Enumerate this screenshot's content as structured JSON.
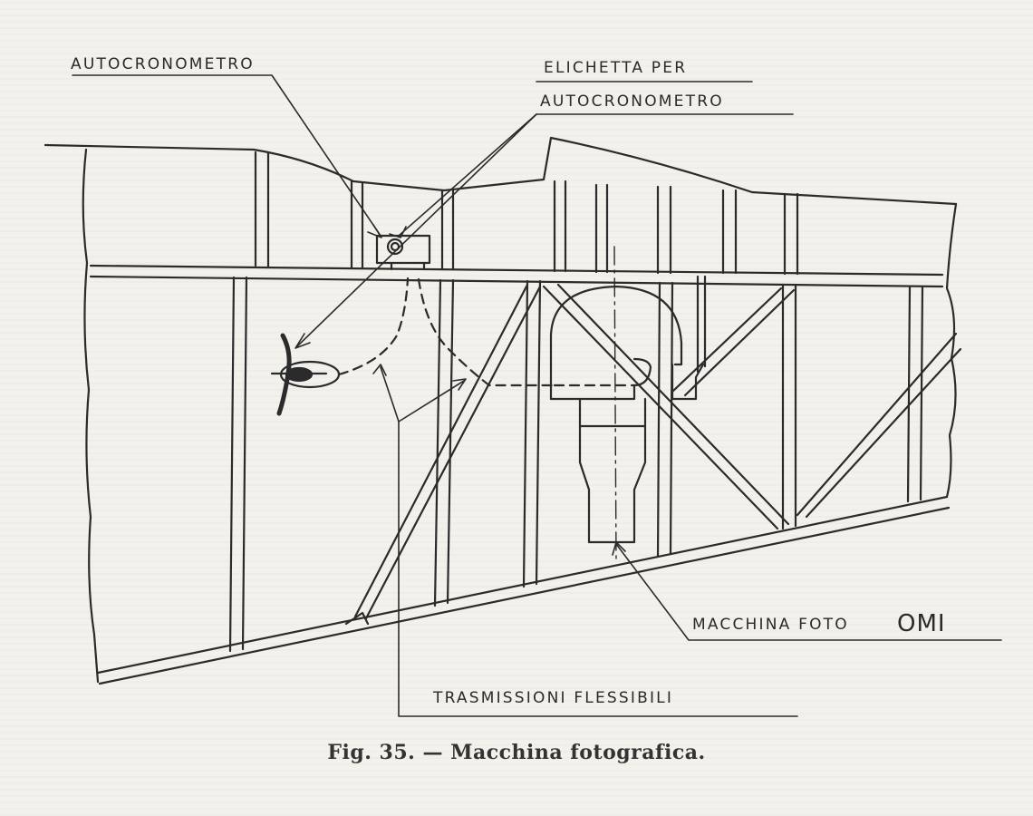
{
  "labels": {
    "autocronometro": "AUTOCRONOMETRO",
    "elichetta_line1": "ELICHETTA PER",
    "elichetta_line2": "AUTOCRONOMETRO",
    "macchina_foto": "MACCHINA FOTO",
    "omi": "OMI",
    "trasmissioni": "TRASMISSIONI FLESSIBILI"
  },
  "caption": {
    "fig": "Fig. 35.",
    "dash": "—",
    "title": "Macchina fotografica."
  }
}
